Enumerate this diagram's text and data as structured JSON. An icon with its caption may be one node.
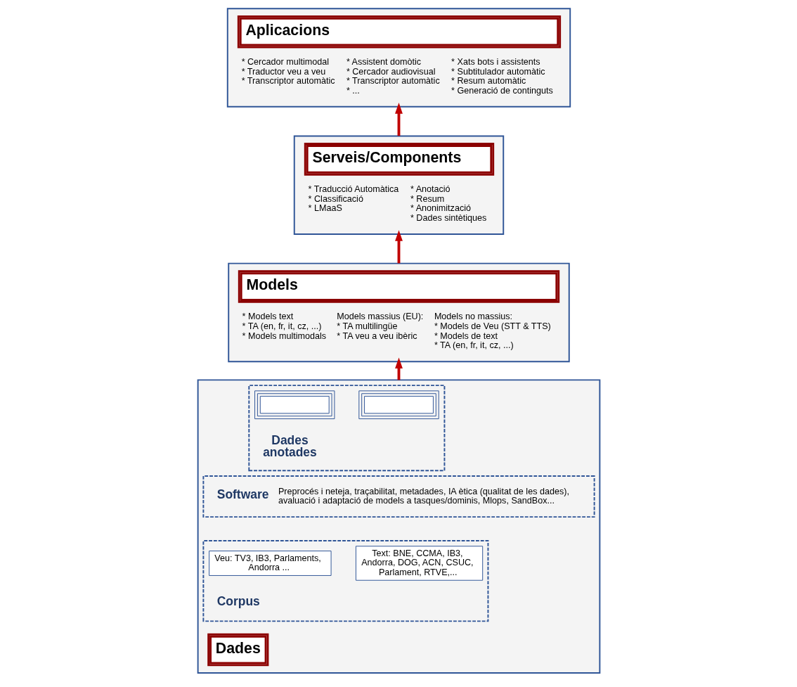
{
  "diagram": {
    "nodes": [
      {
        "text": [
          "Aplicacions",
          "* Cercador multimodal",
          "* Traductor veu a veu",
          "* Transcriptor automàtic",
          "* Assistent domòtic",
          "* Cercador audiovisual",
          "* Transcriptor automàtic",
          "* ...",
          "* Xats bots i assistents",
          "* Subtitulador automàtic",
          "* Resum automàtic",
          "* Generació de continguts"
        ]
      },
      {
        "text": [
          "Serveis/Components",
          "* Traducció Automàtica",
          "* Classificació",
          "* LMaaS",
          "* Anotació",
          "* Resum",
          "* Anonimització",
          "* Dades sintètiques"
        ]
      },
      {
        "text": [
          "Models",
          "* Models text",
          "* TA (en, fr, it, cz, ...)",
          "* Models multimodals",
          "Models massius (EU):",
          "* TA multilingüe",
          "* TA veu a veu ibèric",
          "Models no massius:",
          "* Models de Veu (STT & TTS)",
          "* Models de text",
          "* TA (en, fr, it, cz, ...)"
        ]
      },
      {
        "text": [
          "Dades"
        ]
      },
      {
        "text": [
          "Dades anotades"
        ],
        "in": 3
      },
      {
        "text": [],
        "shape": "box",
        "in": 4
      },
      {
        "text": [],
        "shape": "box",
        "in": 4
      },
      {
        "text": [
          "Software",
          "Preprocés i neteja, traçabilitat, metadades, IA ètica (qualitat de les dades), avaluació i adaptació de models a tasques/dominis, Mlops, SandBox..."
        ],
        "in": 3
      },
      {
        "text": [
          "Corpus"
        ],
        "in": 3
      },
      {
        "text": [
          "Text: BNE, CCMA, IB3, Andorra, DOG, ACN, CSUC, Parlament, RTVE,..."
        ],
        "in": 8
      },
      {
        "text": [
          "Veu: TV3, IB3, Parlaments, Andorra ..."
        ],
        "in": 8
      }
    ],
    "edges": [
      {
        "from": 3,
        "to": 2,
        "arrow": "to"
      },
      {
        "from": 2,
        "to": 1,
        "arrow": "to"
      },
      {
        "from": 1,
        "to": 0,
        "arrow": "to"
      }
    ]
  }
}
